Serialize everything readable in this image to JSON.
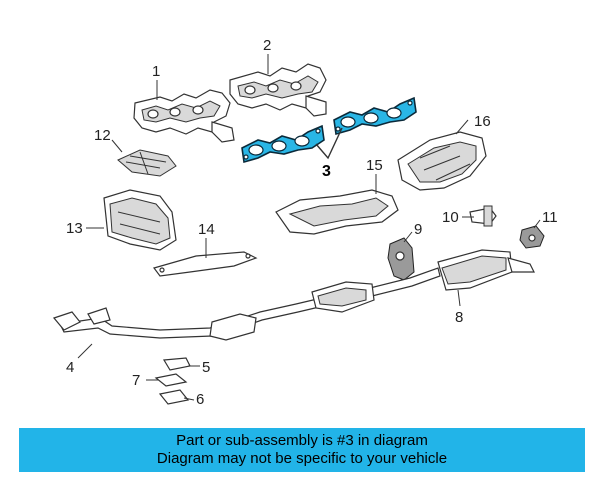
{
  "callouts": {
    "c1": "1",
    "c2": "2",
    "c3": "3",
    "c4": "4",
    "c5": "5",
    "c6": "6",
    "c7": "7",
    "c8": "8",
    "c9": "9",
    "c10": "10",
    "c11": "11",
    "c12": "12",
    "c13": "13",
    "c14": "14",
    "c15": "15",
    "c16": "16"
  },
  "banner": {
    "line1": "Part or sub-assembly is #3 in diagram",
    "line2": "Diagram may not be specific to your vehicle"
  },
  "colors": {
    "highlight": "#29b6e6",
    "banner": "#22b4e8"
  }
}
